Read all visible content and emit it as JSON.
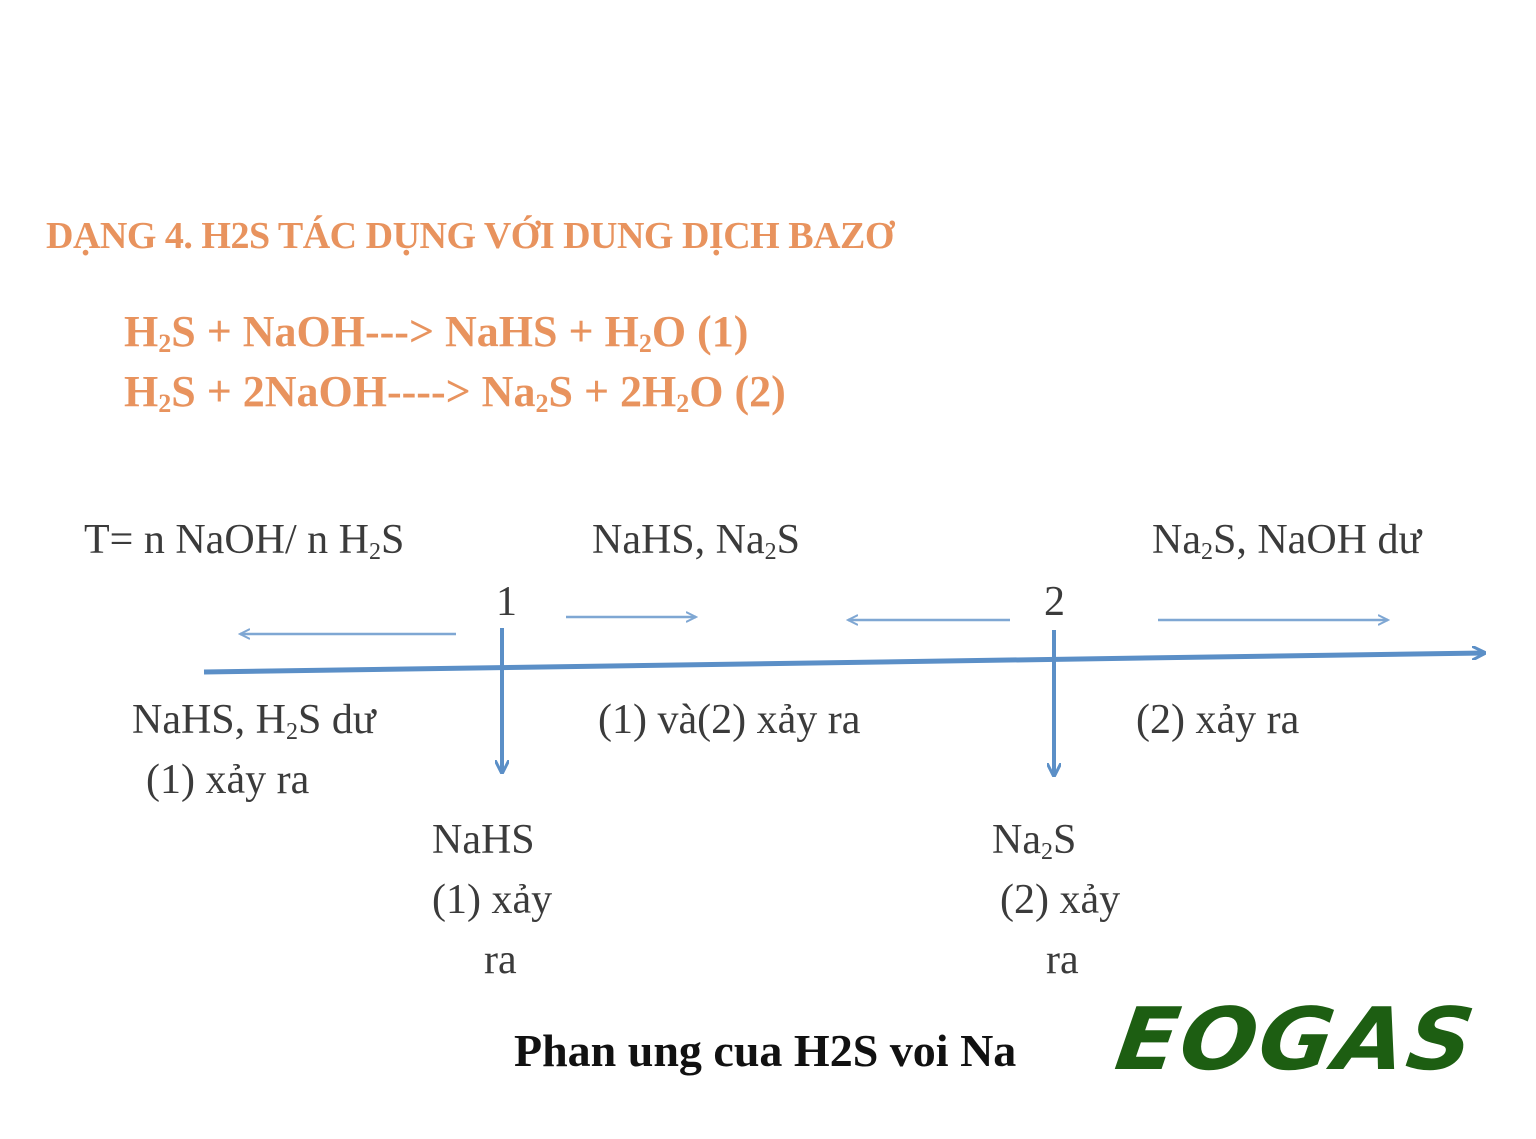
{
  "heading": "DẠNG 4. H2S TÁC DỤNG VỚI DUNG DỊCH BAZƠ",
  "equations": {
    "eq1": {
      "a": "H",
      "a_sub": "2",
      "b": "S + NaOH---> NaHS + H",
      "b_sub": "2",
      "c": "O (1)"
    },
    "eq2": {
      "a": "H",
      "a_sub": "2",
      "b": "S + 2NaOH----> Na",
      "b_sub": "2",
      "c": "S + 2H",
      "c_sub": "2",
      "d": "O (2)"
    }
  },
  "diagram": {
    "t_label": {
      "a": "T= n NaOH/ n H",
      "sub": "2",
      "b": "S"
    },
    "tick1": "1",
    "tick2": "2",
    "mid_top": {
      "a": "NaHS, Na",
      "sub": "2",
      "b": "S"
    },
    "right_top": {
      "a": "Na",
      "sub": "2",
      "b": "S, NaOH dư"
    },
    "left_bottom": {
      "a": "NaHS, H",
      "sub": "2",
      "b": "S dư",
      "line2": "(1) xảy ra"
    },
    "mid_bottom": "(1) và(2) xảy ra",
    "right_bottom": "(2) xảy ra",
    "point1": {
      "line1": "NaHS",
      "line2": "(1) xảy",
      "line3": "ra"
    },
    "point2": {
      "a": "Na",
      "sub": "2",
      "b": "S",
      "line2": "(2) xảy",
      "line3": "ra"
    },
    "colors": {
      "axis": "#5b8fc7",
      "text": "#3b3b3b",
      "heading": "#e8935e"
    }
  },
  "caption": "Phan ung cua H2S voi Na",
  "logo": {
    "text": "EOGAS",
    "color": "#1d5e12"
  }
}
